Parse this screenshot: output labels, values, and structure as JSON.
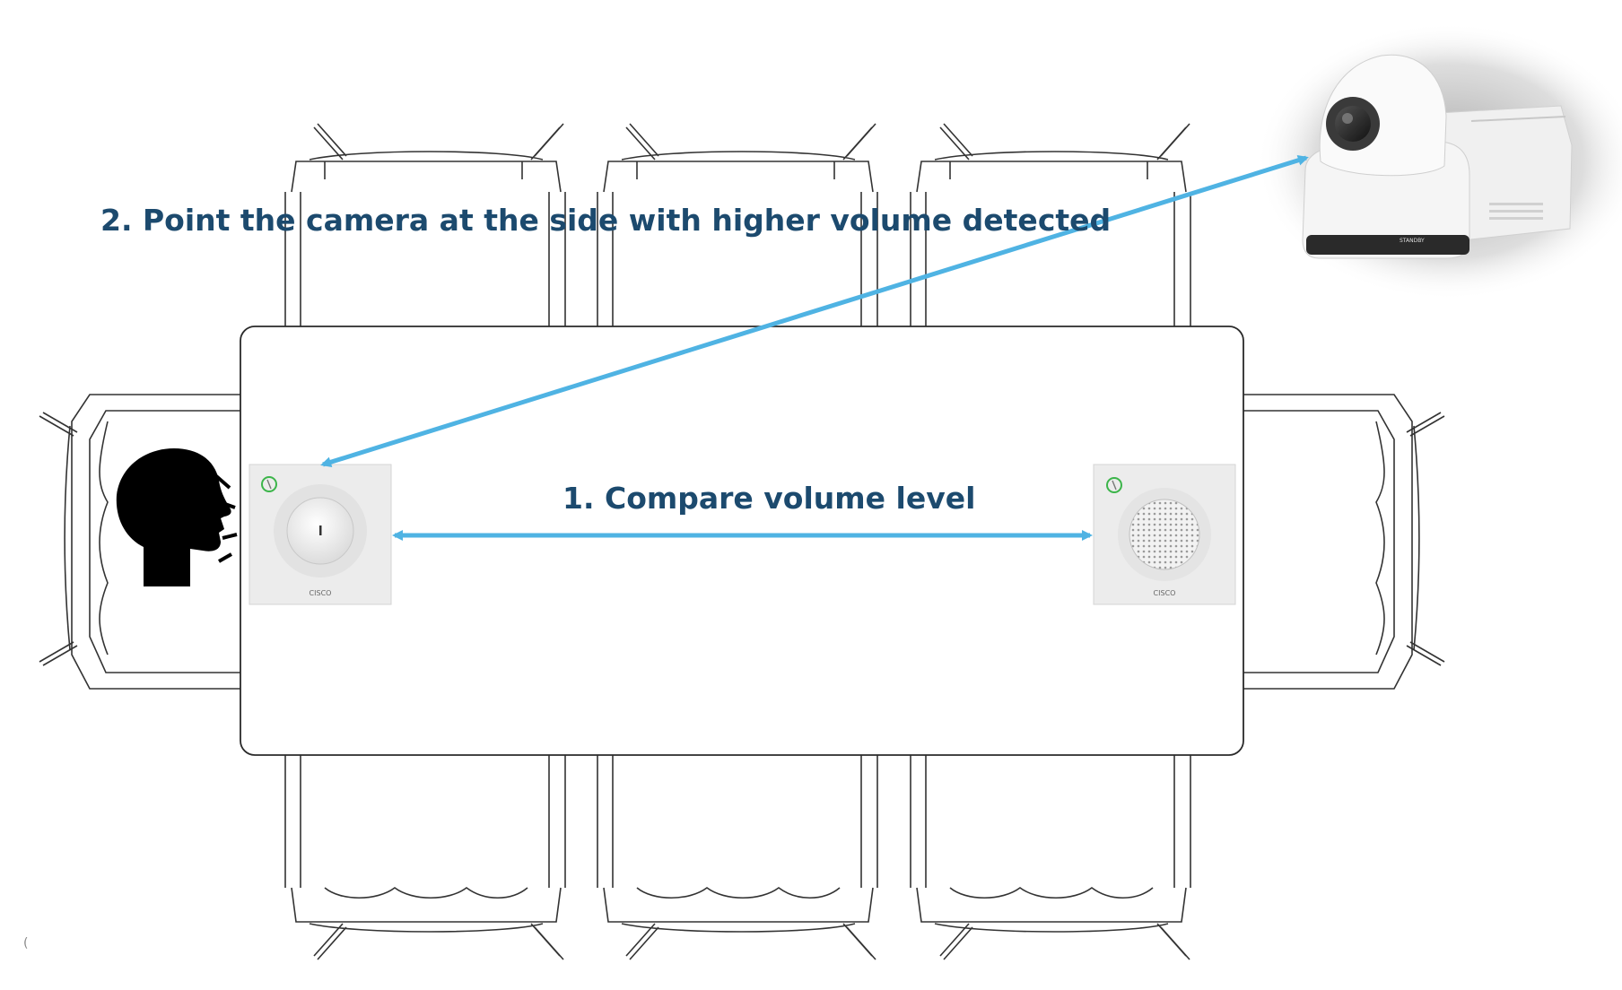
{
  "labels": {
    "step1": "1. Compare volume level",
    "step2": "2. Point the camera at the side with higher volume detected"
  },
  "devices": {
    "mic_left": {
      "icon": "cisco-table-microphone-icon",
      "brand_text": "CISCO"
    },
    "mic_right": {
      "icon": "cisco-table-microphone-icon",
      "brand_text": "CISCO"
    },
    "camera": {
      "icon": "ptz-camera-icon",
      "status_text": "STANDBY"
    }
  },
  "speaker_icon": "speaking-person-icon",
  "mic_indicator_color": "#3cb54a",
  "arrow_color": "#4fb3e3",
  "text_color": "#1c4a6e",
  "corner_mark": "("
}
